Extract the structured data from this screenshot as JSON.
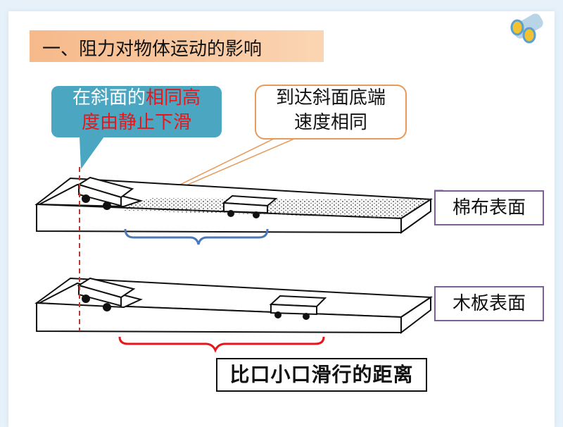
{
  "title": "一、阻力对物体运动的影响",
  "callout_start": {
    "part1": "在斜面的",
    "part2_highlight": "相同高",
    "line2_highlight": "度由静止下滑"
  },
  "callout_speed": {
    "line1": "到达斜面底端",
    "line2": "速度相同"
  },
  "surfaces": {
    "cotton": "棉布表面",
    "wood": "木板表面"
  },
  "bottom_label": "比口小口滑行的距离",
  "colors": {
    "title_band": "#f6b98a",
    "callout_blue": "#4aa6c1",
    "highlight_red": "#e8161b",
    "callout_orange_border": "#e79a5a",
    "brace_blue": "#4a78b8",
    "brace_red": "#e8161b"
  },
  "icons": {
    "corner": "binoculars-icon"
  }
}
